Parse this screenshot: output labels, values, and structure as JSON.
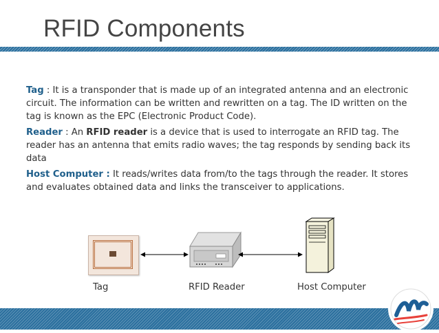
{
  "slide": {
    "title": "RFID Components",
    "paragraphs": {
      "tag": {
        "term": "Tag",
        "text": " : It is a transponder that is made up of an integrated antenna and an electronic circuit. The information can be written and rewritten on a tag. The ID written on the tag is known as the EPC (Electronic Product Code)."
      },
      "reader": {
        "term": "Reader",
        "pre": " : An ",
        "bold": "RFID reader",
        "post": " is a device that is used to interrogate an RFID tag. The reader has an antenna that emits radio waves; the tag responds by sending back its data"
      },
      "host": {
        "term": "Host Computer :",
        "text": " It reads/writes data from/to the tags through the reader. It stores and evaluates obtained data and links the transceiver to applications."
      }
    },
    "diagram": {
      "labels": {
        "tag": "Tag",
        "reader": "RFID Reader",
        "host": "Host Computer"
      }
    }
  },
  "colors": {
    "accent": "#2a6f9e",
    "term": "#1f5f8b",
    "logo_red": "#e8413a",
    "logo_blue": "#1e5f96"
  },
  "icons": [
    "rfid-tag-icon",
    "rfid-reader-icon",
    "host-computer-icon",
    "company-logo-icon"
  ]
}
